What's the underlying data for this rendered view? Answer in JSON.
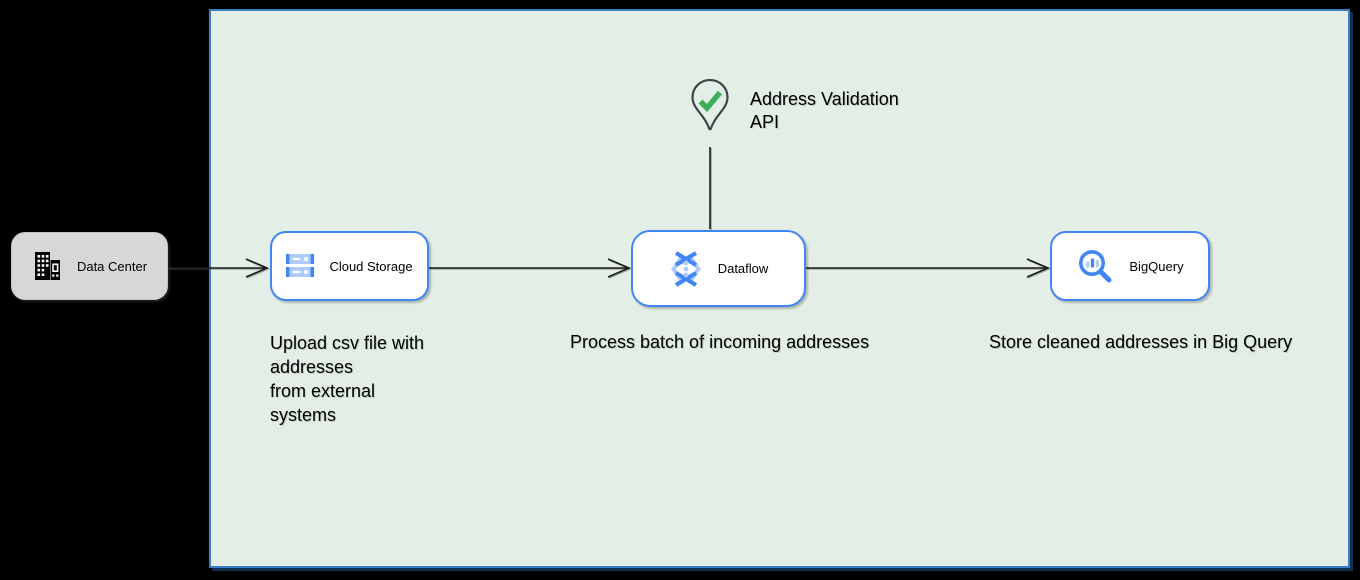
{
  "colors": {
    "canvas_bg": "#000000",
    "diagram_fill": "#e3efe6",
    "diagram_border": "#377cc4",
    "node_fill": "#ffffff",
    "node_border": "#4285f4",
    "datacenter_fill": "#d7d7d7",
    "text": "#000000",
    "connector": "#1c1c1c",
    "pin_outline": "#3f4547",
    "check_green": "#3fae5a",
    "icon_blue": "#4285f4",
    "icon_light": "#aecbfa"
  },
  "nodes": {
    "data_center": {
      "label": "Data Center",
      "icon": "building-icon"
    },
    "cloud_storage": {
      "label": "Cloud Storage",
      "icon": "cloud-storage-icon"
    },
    "dataflow": {
      "label": "Dataflow",
      "icon": "dataflow-icon"
    },
    "bigquery": {
      "label": "BigQuery",
      "icon": "bigquery-magnifier-icon"
    }
  },
  "annotations": {
    "validation_api": {
      "line1": "Address Validation",
      "line2": "API",
      "icon": "map-pin-check-icon"
    }
  },
  "captions": {
    "upload": {
      "lines": [
        "Upload csv file with",
        "addresses",
        "from external",
        "systems"
      ]
    },
    "process": "Process batch of incoming addresses",
    "store": "Store cleaned addresses in Big Query"
  }
}
